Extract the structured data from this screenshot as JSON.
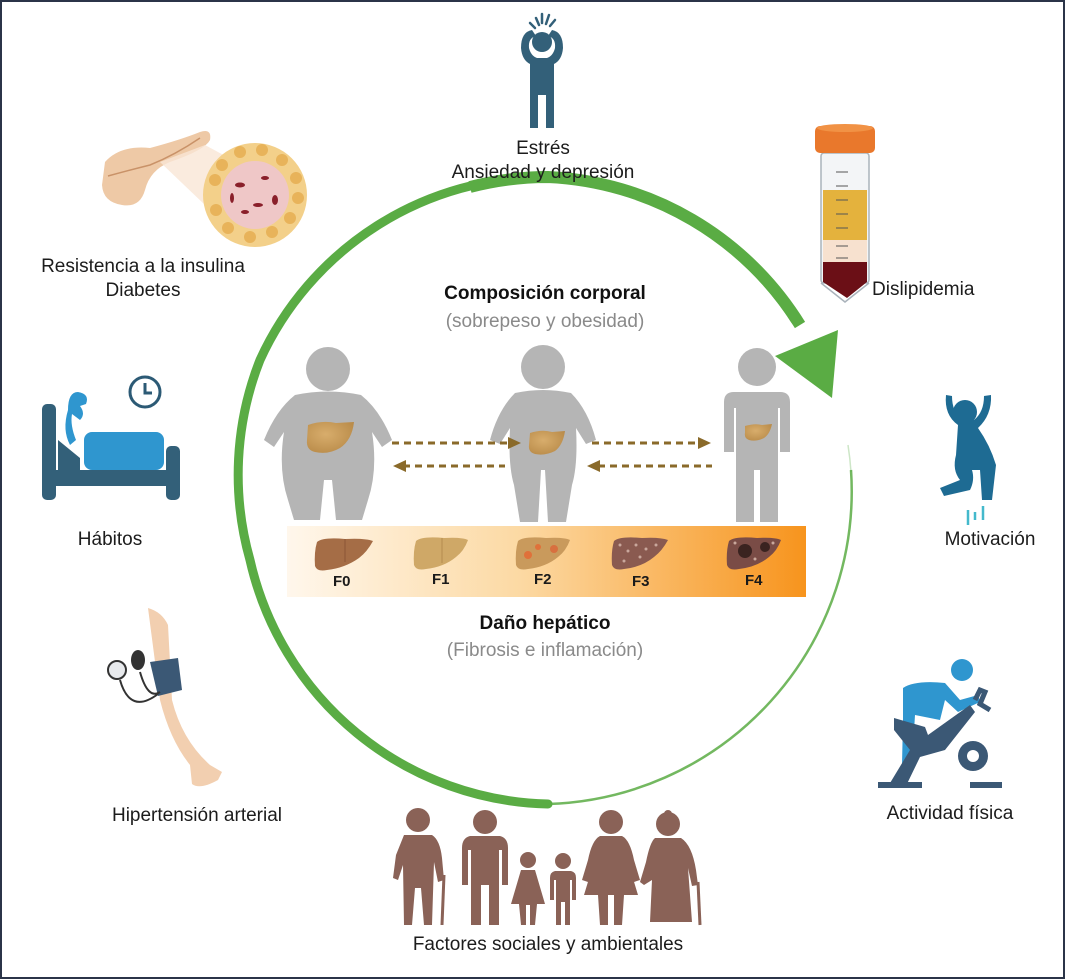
{
  "figure": {
    "colors": {
      "border": "#2b3448",
      "cycle_arrow": "#5aac44",
      "body_silhouette": "#b5b5b5",
      "liver": "#c9995a",
      "dashed_arrow": "#8a6a2a",
      "icon_dark_blue": "#336079",
      "icon_light_blue": "#2f96cf",
      "family_brown": "#8a6257",
      "gradient_start": "#fff6ea",
      "gradient_end": "#f7941d"
    },
    "center": {
      "body_title": "Composición corporal",
      "body_subtitle": "(sobrepeso y obesidad)",
      "figures": [
        {
          "name": "obese-figure",
          "icon": "obese-body-with-fatty-liver"
        },
        {
          "name": "overweight-figure",
          "icon": "overweight-body-with-fatty-liver"
        },
        {
          "name": "normal-figure",
          "icon": "normal-body-with-liver"
        }
      ],
      "liver_stages": [
        {
          "label": "F0",
          "icon": "healthy-liver"
        },
        {
          "label": "F1",
          "icon": "fatty-liver"
        },
        {
          "label": "F2",
          "icon": "inflamed-liver"
        },
        {
          "label": "F3",
          "icon": "fibrotic-liver"
        },
        {
          "label": "F4",
          "icon": "cirrhotic-liver"
        }
      ],
      "damage_title": "Daño hepático",
      "damage_subtitle": "(Fibrosis e inflamación)"
    },
    "factors": [
      {
        "id": "stress",
        "lines": [
          "Estrés",
          "Ansiedad y depresión"
        ],
        "icon": "stressed-person-icon"
      },
      {
        "id": "insulin",
        "lines": [
          "Resistencia a la insulina",
          "Diabetes"
        ],
        "icon": "pancreas-islet-icon"
      },
      {
        "id": "dyslipidemia",
        "lines": [
          "Dislipidemia"
        ],
        "icon": "blood-tube-icon"
      },
      {
        "id": "habits",
        "lines": [
          "Hábitos"
        ],
        "icon": "bed-clock-icon"
      },
      {
        "id": "motivation",
        "lines": [
          "Motivación"
        ],
        "icon": "jumping-person-icon"
      },
      {
        "id": "hypertension",
        "lines": [
          "Hipertensión arterial"
        ],
        "icon": "blood-pressure-cuff-icon"
      },
      {
        "id": "physical",
        "lines": [
          "Actividad física"
        ],
        "icon": "exercise-bike-icon"
      },
      {
        "id": "social",
        "lines": [
          "Factores sociales y ambientales"
        ],
        "icon": "family-group-icon"
      }
    ]
  }
}
